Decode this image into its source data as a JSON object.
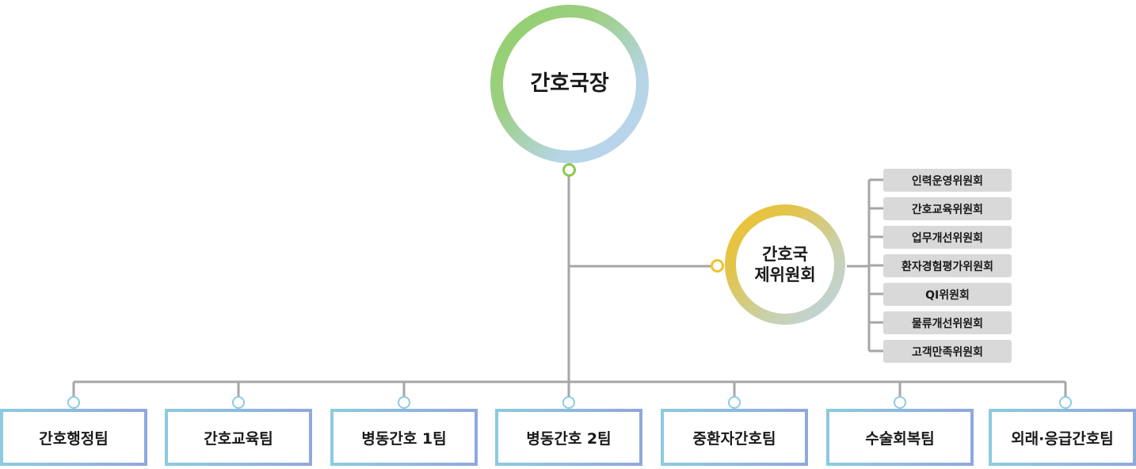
{
  "chart_data": {
    "type": "org-chart",
    "root": "간호국장",
    "committee": {
      "title_line1": "간호국",
      "title_line2": "제위원회",
      "items": [
        "인력운영위원회",
        "간호교육위원회",
        "업무개선위원회",
        "환자경험평가위원회",
        "QI위원회",
        "물류개선위원회",
        "고객만족위원회"
      ]
    },
    "teams": [
      "간호행정팀",
      "간호교육팀",
      "병동간호 1팀",
      "병동간호 2팀",
      "중환자간호팀",
      "수술회복팀",
      "외래·응급간호팀"
    ]
  },
  "colors": {
    "line": "#a6a6a6",
    "director_dot": "#8cc84b",
    "committee_dot": "#f0c22a",
    "team_dot": "#8fcbe0",
    "committee_item_bg": "#d9d9d9"
  }
}
